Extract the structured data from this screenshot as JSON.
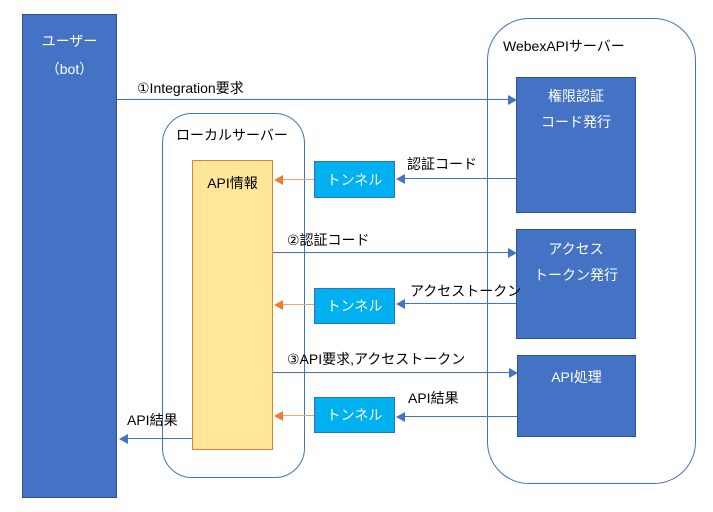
{
  "diagram": {
    "user_box": {
      "line1": "ユーザー",
      "line2": "（bot）"
    },
    "local_server": {
      "title": "ローカルサーバー",
      "api_info_label": "API情報"
    },
    "webex_server": {
      "title": "WebexAPIサーバー",
      "auth_box": {
        "line1": "権限認証",
        "line2": "コード発行"
      },
      "token_box": {
        "line1": "アクセス",
        "line2": "トークン発行"
      },
      "api_box": {
        "line1": "API処理"
      }
    },
    "tunnels": {
      "tunnel1": "トンネル",
      "tunnel2": "トンネル",
      "tunnel3": "トンネル"
    },
    "labels": {
      "step1": "①Integration要求",
      "auth_code": "認証コード",
      "step2": "②認証コード",
      "access_token": "アクセストークン",
      "step3": "③API要求,アクセストークン",
      "api_result": "API結果",
      "api_result_user": "API結果"
    },
    "colors": {
      "process_blue_fill": "#4472C4",
      "process_blue_border": "#2F528F",
      "tunnel_cyan_fill": "#00B0F0",
      "tunnel_cyan_border": "#2E75B6",
      "api_info_fill": "#FFE699",
      "api_info_border": "#ED7D31",
      "arrow_blue": "#4472C4",
      "arrow_orange": "#ED7D31",
      "container_border": "#4472C4"
    }
  }
}
